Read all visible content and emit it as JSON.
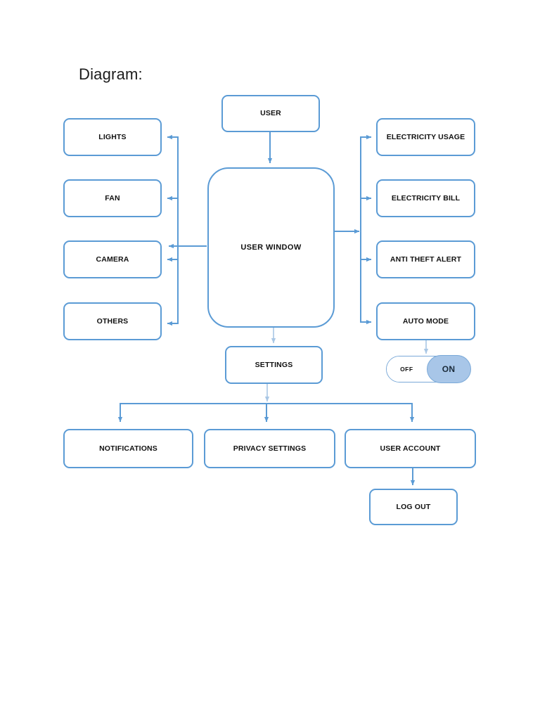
{
  "title": "Diagram:",
  "colors": {
    "node_border": "#5b9bd5",
    "node_fill": "#ffffff",
    "connector": "#5b9bd5",
    "connector_light": "#a9c7e5",
    "toggle_on_fill": "#a8c6e8",
    "toggle_border": "#7aa9d8",
    "text": "#111111",
    "background": "#ffffff"
  },
  "nodes": {
    "user": {
      "label": "USER"
    },
    "user_window": {
      "label": "USER WINDOW"
    },
    "settings": {
      "label": "SETTINGS"
    },
    "log_out": {
      "label": "LOG OUT"
    }
  },
  "left_branch": {
    "items": [
      {
        "label": "LIGHTS"
      },
      {
        "label": "FAN"
      },
      {
        "label": "CAMERA"
      },
      {
        "label": "OTHERS"
      }
    ]
  },
  "right_branch": {
    "items": [
      {
        "label": "ELECTRICITY USAGE"
      },
      {
        "label": "ELECTRICITY BILL"
      },
      {
        "label": "ANTI THEFT ALERT"
      },
      {
        "label": "AUTO MODE"
      }
    ]
  },
  "settings_branch": {
    "items": [
      {
        "label": "NOTIFICATIONS"
      },
      {
        "label": "PRIVACY SETTINGS"
      },
      {
        "label": "USER ACCOUNT"
      }
    ]
  },
  "auto_mode_toggle": {
    "off_label": "OFF",
    "on_label": "ON",
    "state": "ON"
  },
  "chart_data": {
    "type": "diagram",
    "title": "Diagram:",
    "node_labels": [
      "USER",
      "USER WINDOW",
      "LIGHTS",
      "FAN",
      "CAMERA",
      "OTHERS",
      "ELECTRICITY USAGE",
      "ELECTRICITY BILL",
      "ANTI THEFT ALERT",
      "AUTO MODE",
      "SETTINGS",
      "NOTIFICATIONS",
      "PRIVACY SETTINGS",
      "USER ACCOUNT",
      "LOG OUT"
    ],
    "edges": [
      {
        "from": "USER",
        "to": "USER WINDOW"
      },
      {
        "from": "USER WINDOW",
        "to": "LIGHTS"
      },
      {
        "from": "USER WINDOW",
        "to": "FAN"
      },
      {
        "from": "USER WINDOW",
        "to": "CAMERA"
      },
      {
        "from": "USER WINDOW",
        "to": "OTHERS"
      },
      {
        "from": "USER WINDOW",
        "to": "ELECTRICITY USAGE"
      },
      {
        "from": "USER WINDOW",
        "to": "ELECTRICITY BILL"
      },
      {
        "from": "USER WINDOW",
        "to": "ANTI THEFT ALERT"
      },
      {
        "from": "USER WINDOW",
        "to": "AUTO MODE"
      },
      {
        "from": "USER WINDOW",
        "to": "SETTINGS"
      },
      {
        "from": "AUTO MODE",
        "to": "ON/OFF TOGGLE"
      },
      {
        "from": "SETTINGS",
        "to": "NOTIFICATIONS"
      },
      {
        "from": "SETTINGS",
        "to": "PRIVACY SETTINGS"
      },
      {
        "from": "SETTINGS",
        "to": "USER ACCOUNT"
      },
      {
        "from": "USER ACCOUNT",
        "to": "LOG OUT"
      }
    ]
  }
}
